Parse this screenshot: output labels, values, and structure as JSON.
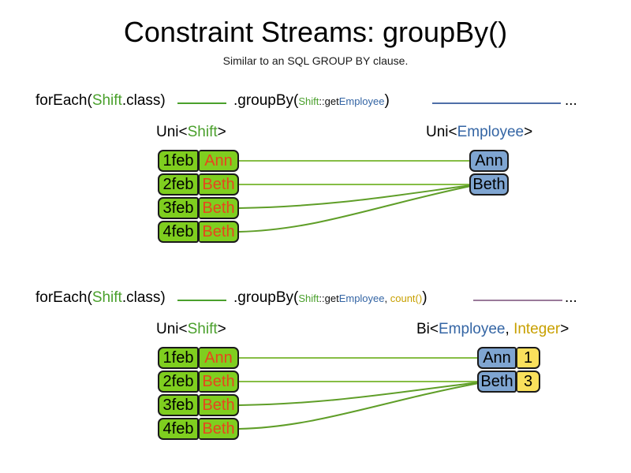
{
  "header": {
    "title": "Constraint Streams: groupBy()",
    "subtitle": "Similar to an SQL GROUP BY clause."
  },
  "colors": {
    "shift_green": "#7fce1f",
    "employee_blue": "#7fa5d1",
    "integer_yellow": "#f9e05c",
    "keyword_green": "#4aa02c",
    "keyword_blue": "#3465a4",
    "keyword_yellow": "#c8a000",
    "name_orange": "#e8451e",
    "link_green": "#86bd45",
    "link_blue": "#4f6fa8",
    "link_purple": "#9a7a9a",
    "border_dark": "#1a1a1a"
  },
  "sections": [
    {
      "id": "groupby-single",
      "code": {
        "for_each_prefix": "forEach(",
        "for_each_type": "Shift",
        "for_each_suffix": ".class)",
        "group_by_prefix": ".groupBy(",
        "mapper_type": "Shift",
        "mapper_sep": "::get",
        "mapper_target": "Employee",
        "group_by_suffix": ")",
        "ellipsis": "..."
      },
      "left_label": {
        "generic": "Uni<",
        "type": "Shift",
        "close": ">"
      },
      "right_label": {
        "generic": "Uni<",
        "type": "Employee",
        "close": ">"
      },
      "left_rows": [
        {
          "date": "1feb",
          "name": "Ann"
        },
        {
          "date": "2feb",
          "name": "Beth"
        },
        {
          "date": "3feb",
          "name": "Beth"
        },
        {
          "date": "4feb",
          "name": "Beth"
        }
      ],
      "right_rows": [
        {
          "employee": "Ann"
        },
        {
          "employee": "Beth"
        }
      ]
    },
    {
      "id": "groupby-count",
      "code": {
        "for_each_prefix": "forEach(",
        "for_each_type": "Shift",
        "for_each_suffix": ".class)",
        "group_by_prefix": ".groupBy(",
        "mapper_type": "Shift",
        "mapper_sep": "::get",
        "mapper_target": "Employee",
        "collector_sep": ", ",
        "collector": "count()",
        "group_by_suffix": ")",
        "ellipsis": "..."
      },
      "left_label": {
        "generic": "Uni<",
        "type": "Shift",
        "close": ">"
      },
      "right_label": {
        "generic": "Bi<",
        "type": "Employee",
        "sep": ", ",
        "type2": "Integer",
        "close": ">"
      },
      "left_rows": [
        {
          "date": "1feb",
          "name": "Ann"
        },
        {
          "date": "2feb",
          "name": "Beth"
        },
        {
          "date": "3feb",
          "name": "Beth"
        },
        {
          "date": "4feb",
          "name": "Beth"
        }
      ],
      "right_rows": [
        {
          "employee": "Ann",
          "count": "1"
        },
        {
          "employee": "Beth",
          "count": "3"
        }
      ]
    }
  ]
}
